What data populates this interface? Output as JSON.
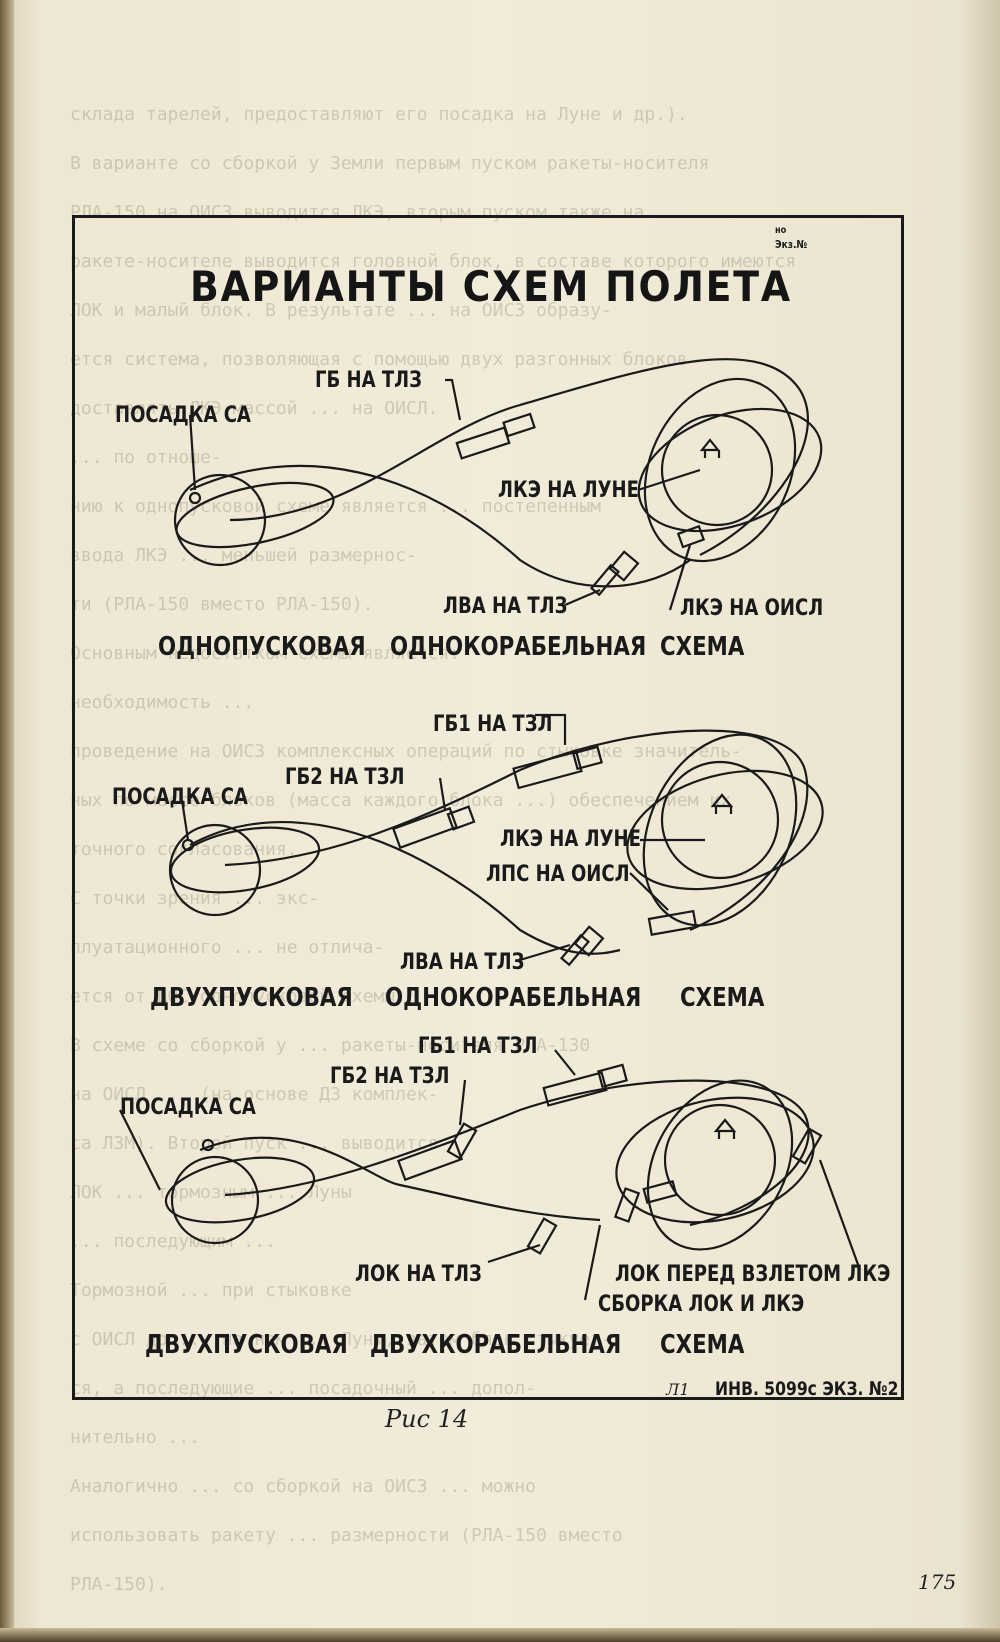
{
  "background_text": [
    "склада тарелей, предоставляют его посадка на Луне и др.).",
    "В варианте со сборкой у Земли первым пуском ракеты-носителя",
    "РЛА-150 на ОИСЗ выводится ЛКЭ, вторым пуском также на",
    "ракете-носителе выводится головной блок, в составе которого имеются",
    "ЛОК и малый блок. В результате ... на ОИСЗ образу-",
    "ется система, позволяющая с помощью двух разгонных блоков",
    "доставлять ЛКЭ массой ... на ОИСЛ.",
    "... по отноше-",
    "нию к однопусковой схеме является ... постепенным",
    "ввода ЛКЭ ... меньшей размернос-",
    "ти (РЛА-150 вместо РЛА-150).",
    "Основным недостатком схемы является:",
    "необходимость ...",
    "проведение на ОИСЗ комплексных операций по стыковке значитель-",
    "ных по массе блоков (масса каждого блока ...) обеспечением их",
    "точного согласования.",
    "С точки зрения ... экс-",
    "плуатационного ... не отлича-",
    "ется от ДОС-однопусковой схемы.",
    "В схеме со сборкой у ... ракеты-носителя РЛА-130",
    "на ОИСЛ ... (на основе ДЗ комплек-",
    "са ЛЗМ). Второй пуск ... выводится",
    "ЛОК ... тормозным ... Луны",
    "... последующим ...",
    "Тормозной ... при стыковке",
    "с ОИСЛ до ... на нем ... Луны, затем блок стыкует-",
    "ся, а последующие ... посадочный ... допол-",
    "нительно ...",
    "Аналогично ... со сборкой на ОИСЗ ... можно",
    "использовать ракету ... размерности (РЛА-150 вместо",
    "РЛА-150)."
  ],
  "figure": {
    "title": "ВАРИАНТЫ СХЕМ ПОЛЕТА",
    "corner_stamp": "Экз.№",
    "corner_stamp_top": "но",
    "scheme1": {
      "gb_tlz": "ГБ НА ТЛЗ",
      "landing_sa": "ПОСАДКА СА",
      "lke_moon": "ЛКЭ НА ЛУНЕ",
      "lva_tlz": "ЛВА НА ТЛЗ",
      "lke_oisl": "ЛКЭ НА ОИСЛ",
      "caption_1": "ОДНОПУСКОВАЯ",
      "caption_2": "ОДНОКОРАБЕЛЬНАЯ",
      "caption_3": "СХЕМА"
    },
    "scheme2": {
      "gb1_tzl": "ГБ1 НА ТЗЛ",
      "gb2_tzl": "ГБ2 НА ТЗЛ",
      "landing_sa": "ПОСАДКА СА",
      "lke_moon": "ЛКЭ НА ЛУНЕ",
      "lps_oisl": "ЛПС НА ОИСЛ",
      "lva_tlz": "ЛВА НА ТЛЗ",
      "caption_1": "ДВУХПУСКОВАЯ",
      "caption_2": "ОДНОКОРАБЕЛЬНАЯ",
      "caption_3": "СХЕМА"
    },
    "scheme3": {
      "gb1_tzl": "ГБ1 НА ТЗЛ",
      "gb2_tzl": "ГБ2 НА ТЗЛ",
      "landing_sa": "ПОСАДКА СА",
      "lok_tlz": "ЛОК НА ТЛЗ",
      "lok_before": "ЛОК ПЕРЕД ВЗЛЕТОМ ЛКЭ",
      "assembly": "СБОРКА ЛОК И ЛКЭ",
      "caption_1": "ДВУХПУСКОВАЯ",
      "caption_2": "ДВУХКОРАБЕЛЬНАЯ",
      "caption_3": "СХЕМА"
    },
    "inventory": "ИНВ. 5099с  ЭКЗ. №2",
    "sheet_mark": "Л1"
  },
  "caption_handwritten": "Рис 14",
  "page_number": "175"
}
